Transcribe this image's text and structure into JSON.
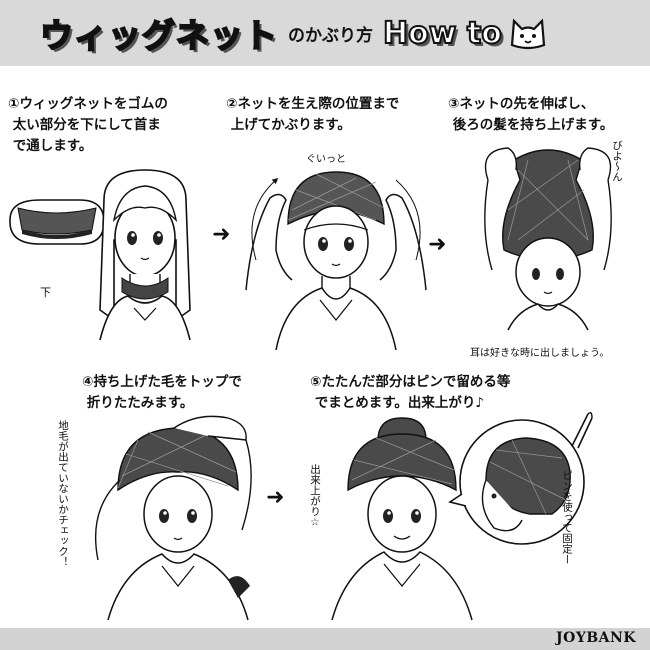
{
  "header": {
    "title_part1": "ウィッグネット",
    "title_part2": "のかぶり方",
    "title_part3": "How to",
    "cat_icon": "cat-face-icon"
  },
  "steps": [
    {
      "number": "①",
      "text": "ウィッグネットをゴムの\n 太い部分を下にして首ま\n で通します。"
    },
    {
      "number": "②",
      "text": "ネットを生え際の位置まで\n 上げてかぶります。"
    },
    {
      "number": "③",
      "text": "ネットの先を伸ばし、\n 後ろの髪を持ち上げます。"
    },
    {
      "number": "④",
      "text": "持ち上げた毛をトップで\n 折りたたみます。"
    },
    {
      "number": "⑤",
      "text": "たたんだ部分はピンで留める等\n でまとめます。出来上がり♪"
    }
  ],
  "notes": {
    "bubble_label": "下",
    "step2_sfx": "ぐいっと",
    "step3_sfx": "びよ～ん",
    "step3_tip": "耳は好きな時に出しましょう。",
    "step4_tip": "地毛が出ていないかチェック！",
    "step5_done": "出来上がり☆",
    "step5_pin": "ピンを使って固定ー"
  },
  "arrows": [
    "➜",
    "➜",
    "➜"
  ],
  "footer": {
    "brand": "JOYBANK"
  }
}
